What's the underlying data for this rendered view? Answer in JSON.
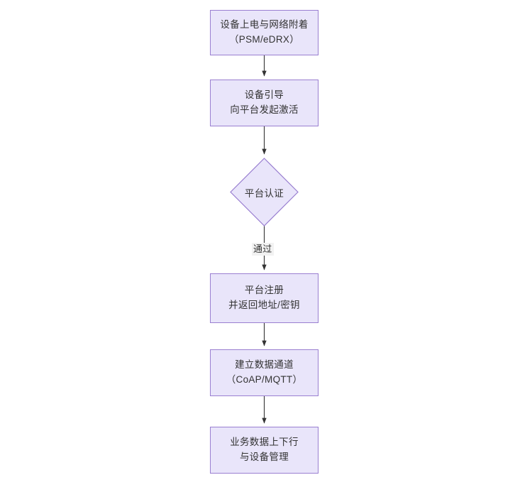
{
  "diagram": {
    "type": "flowchart",
    "orientation": "top-to-bottom",
    "colors": {
      "node_fill": "#e9e5fa",
      "node_border": "#9a7fd1",
      "text": "#333333",
      "edge": "#333333",
      "background": "#ffffff",
      "edge_label_background": "#f2f2f2"
    },
    "nodes": [
      {
        "id": "n1",
        "shape": "rectangle",
        "line1": "设备上电与网络附着",
        "line2": "（PSM/eDRX）"
      },
      {
        "id": "n2",
        "shape": "rectangle",
        "line1": "设备引导",
        "line2": "向平台发起激活"
      },
      {
        "id": "n3",
        "shape": "diamond",
        "line1": "平台认证",
        "line2": ""
      },
      {
        "id": "n4",
        "shape": "rectangle",
        "line1": "平台注册",
        "line2": "并返回地址/密钥"
      },
      {
        "id": "n5",
        "shape": "rectangle",
        "line1": "建立数据通道",
        "line2": "（CoAP/MQTT）"
      },
      {
        "id": "n6",
        "shape": "rectangle",
        "line1": "业务数据上下行",
        "line2": "与设备管理"
      }
    ],
    "edges": [
      {
        "id": "e1",
        "from": "n1",
        "to": "n2",
        "label": ""
      },
      {
        "id": "e2",
        "from": "n2",
        "to": "n3",
        "label": ""
      },
      {
        "id": "e3",
        "from": "n3",
        "to": "n4",
        "label": "通过"
      },
      {
        "id": "e4",
        "from": "n4",
        "to": "n5",
        "label": ""
      },
      {
        "id": "e5",
        "from": "n5",
        "to": "n6",
        "label": ""
      }
    ]
  }
}
